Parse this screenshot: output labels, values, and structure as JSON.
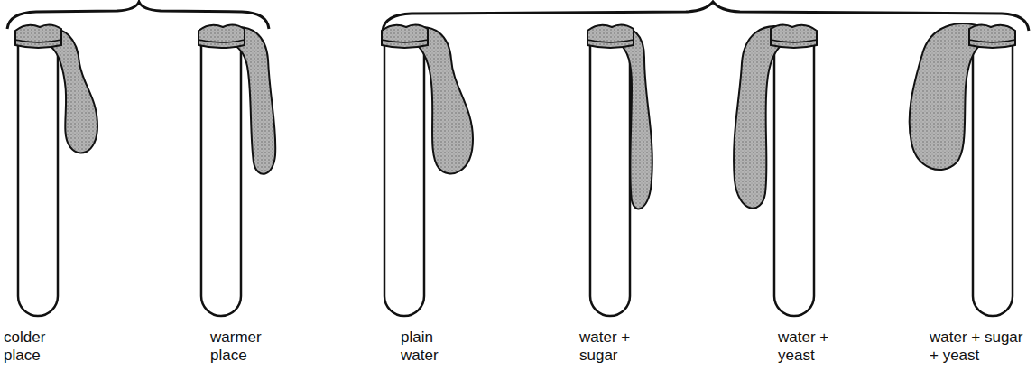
{
  "diagram": {
    "labels": [
      "colder place",
      "warmer place",
      "plain water",
      "water + sugar",
      "water + yeast",
      "water + sugar + yeast"
    ]
  }
}
